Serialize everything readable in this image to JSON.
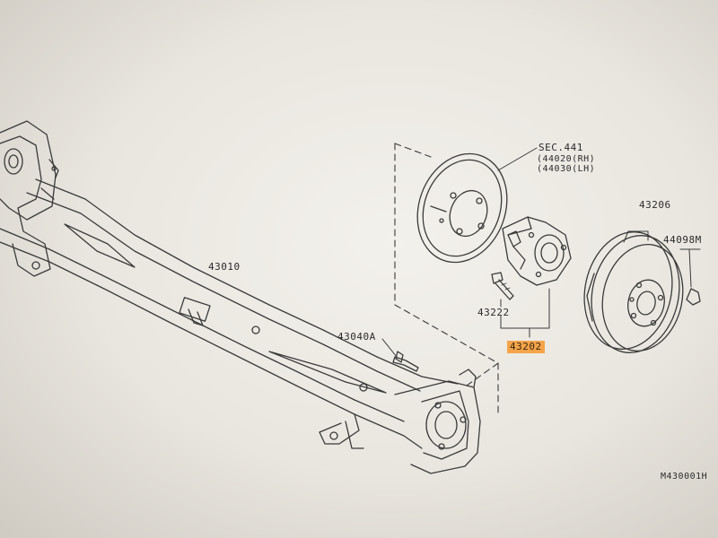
{
  "labels": {
    "sec": "SEC.441",
    "sec_rh": "(44020(RH)",
    "sec_lh": "(44030(LH)",
    "p43206": "43206",
    "p44098m": "44098M",
    "p43010": "43010",
    "p43222": "43222",
    "p43040a": "43040A",
    "p43202": "43202",
    "figure_code": "M430001H"
  },
  "highlight_color": "#f5a44a"
}
